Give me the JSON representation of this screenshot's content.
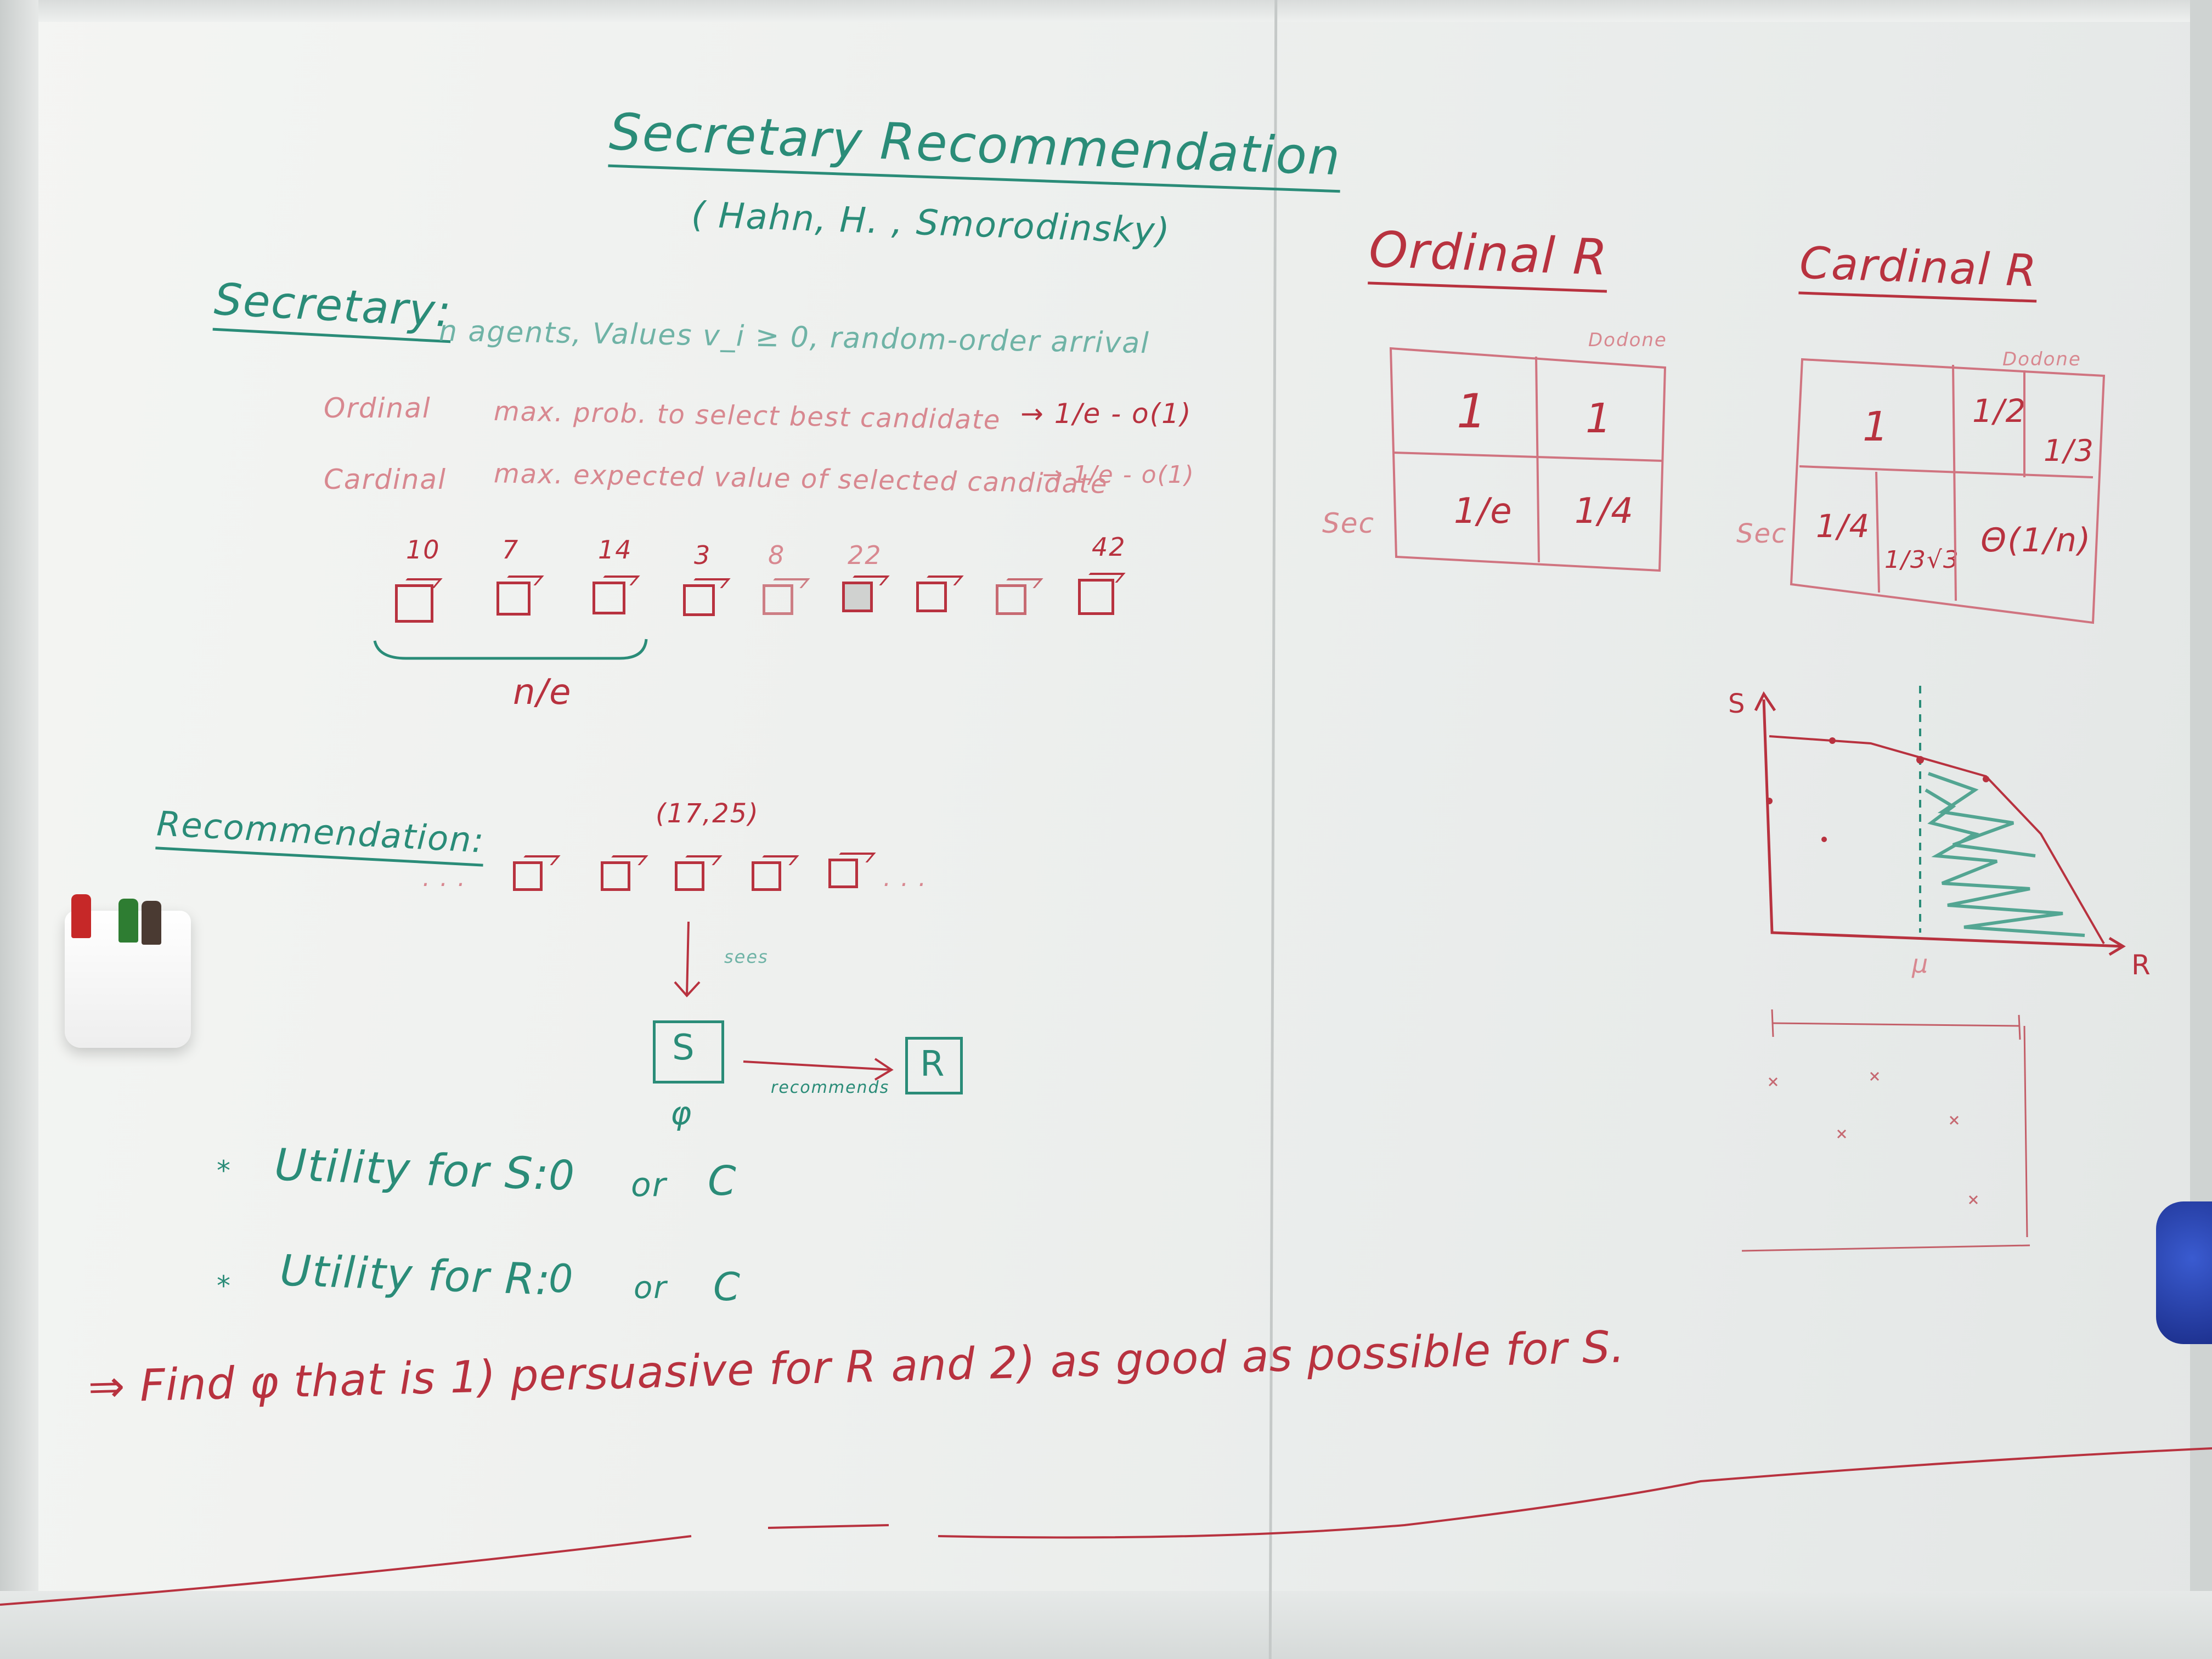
{
  "title": "Secretary Recommendation",
  "authors": "( Hahn, H. , Smorodinsky)",
  "secretary": {
    "label": "Secretary:",
    "desc": "n agents, Values v_i ≥ 0, random-order arrival",
    "ordinal_label": "Ordinal",
    "ordinal_desc": "max. prob. to select best candidate",
    "ordinal_result": "→ 1/e - o(1)",
    "cardinal_label": "Cardinal",
    "cardinal_desc": "max. expected value of selected candidate",
    "cardinal_result": "→ 1/e - o(1)"
  },
  "sequence": {
    "values": [
      "10",
      "7",
      "14",
      "3",
      "8",
      "22",
      "",
      "",
      "42"
    ],
    "brace_label": "n/e"
  },
  "recommendation": {
    "label": "Recommendation:",
    "dots_left": ". . .",
    "dots_right": ". . .",
    "tuple": "(17,25)",
    "sees": "sees",
    "s_box": "S",
    "r_box": "R",
    "phi": "φ",
    "recommends": "recommends"
  },
  "utility": [
    {
      "bullet": "*",
      "text": "Utility for S:",
      "a": "0",
      "or": "or",
      "b": "C"
    },
    {
      "bullet": "*",
      "text": "Utility for R:",
      "a": "0",
      "or": "or",
      "b": "C"
    }
  ],
  "goal": "⇒ Find φ that is 1) persuasive for R and 2) as good as possible for S.",
  "ordinal_table": {
    "title": "Ordinal R",
    "col_label": "Dodone",
    "row_label": "Sec",
    "cells": [
      "1",
      "1",
      "1/e",
      "1/4"
    ]
  },
  "cardinal_table": {
    "title": "Cardinal R",
    "col_label": "Dodone",
    "row_label": "Sec",
    "cells": [
      "1",
      "1/2",
      "1/3",
      "1/4",
      "1/3√3",
      "Θ(1/n)"
    ]
  },
  "plot": {
    "y_label": "S",
    "x_label": "R",
    "mid_label": "μ"
  }
}
